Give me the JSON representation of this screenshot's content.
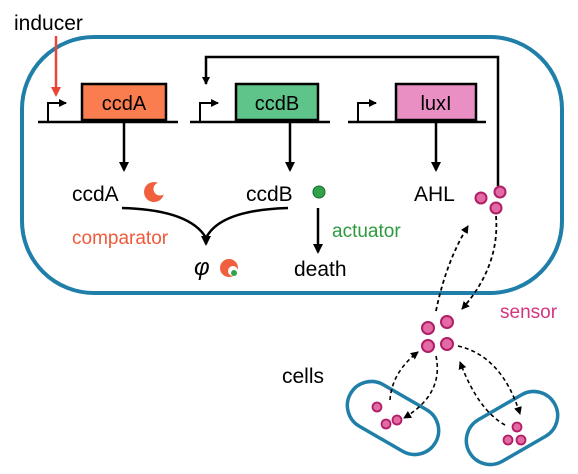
{
  "labels": {
    "inducer": "inducer",
    "comparator": "comparator",
    "actuator": "actuator",
    "death": "death",
    "sensor": "sensor",
    "cells": "cells",
    "null_symbol": "φ"
  },
  "genes": [
    {
      "name": "ccdA",
      "color": "#f97d4e"
    },
    {
      "name": "ccdB",
      "color": "#5ec48a"
    },
    {
      "name": "luxI",
      "color": "#e98fc3"
    }
  ],
  "proteins": {
    "ccdA": "ccdA",
    "ccdB": "ccdB",
    "AHL": "AHL"
  },
  "colors": {
    "cell_outline": "#1f7fa8",
    "inducer_arrow": "#e8473a",
    "comparator_text": "#ef5a3c",
    "actuator_text": "#2e9a3e",
    "sensor_text": "#d6347e",
    "ahl_molecule": "#d6347e",
    "ccdA_protein": "#f0603e",
    "ccdB_protein": "#2fa24a"
  }
}
